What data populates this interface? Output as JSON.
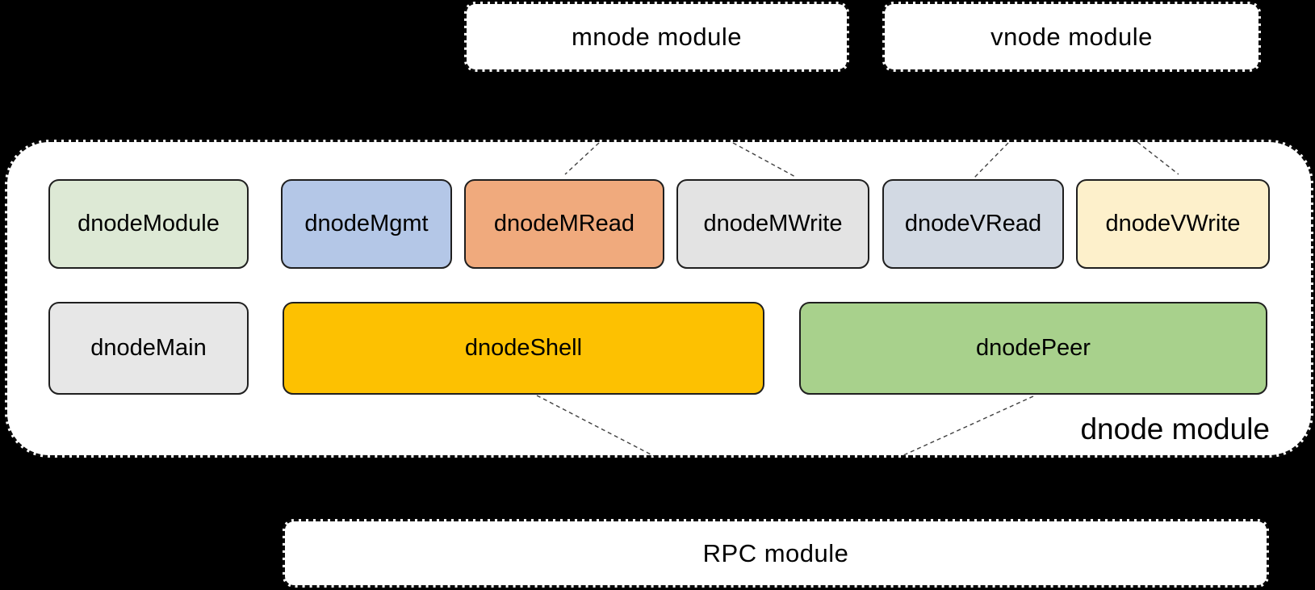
{
  "canvas": {
    "background": "#000000"
  },
  "modules": {
    "mnode": {
      "label": "mnode module"
    },
    "vnode": {
      "label": "vnode module"
    },
    "dnode": {
      "label": "dnode module"
    },
    "rpc": {
      "label": "RPC module"
    }
  },
  "dnode_components": {
    "row1": [
      {
        "id": "dnodeModule",
        "label": "dnodeModule",
        "color": "#dde9d5"
      },
      {
        "id": "dnodeMgmt",
        "label": "dnodeMgmt",
        "color": "#b4c7e7"
      },
      {
        "id": "dnodeMRead",
        "label": "dnodeMRead",
        "color": "#f0aa7d"
      },
      {
        "id": "dnodeMWrite",
        "label": "dnodeMWrite",
        "color": "#e3e3e3"
      },
      {
        "id": "dnodeVRead",
        "label": "dnodeVRead",
        "color": "#d2d9e3"
      },
      {
        "id": "dnodeVWrite",
        "label": "dnodeVWrite",
        "color": "#fdf0cb"
      }
    ],
    "row2": [
      {
        "id": "dnodeMain",
        "label": "dnodeMain",
        "color": "#e7e7e7"
      },
      {
        "id": "dnodeShell",
        "label": "dnodeShell",
        "color": "#fdc101"
      },
      {
        "id": "dnodePeer",
        "label": "dnodePeer",
        "color": "#a8d18c"
      }
    ]
  },
  "connections": [
    {
      "from": "mnode module",
      "to": "dnodeMRead"
    },
    {
      "from": "mnode module",
      "to": "dnodeMWrite"
    },
    {
      "from": "vnode module",
      "to": "dnodeVRead"
    },
    {
      "from": "vnode module",
      "to": "dnodeVWrite"
    },
    {
      "from": "dnodeShell",
      "to": "RPC module"
    },
    {
      "from": "dnodePeer",
      "to": "RPC module"
    }
  ],
  "line_style": {
    "color": "#404040",
    "dash": "5 4"
  }
}
